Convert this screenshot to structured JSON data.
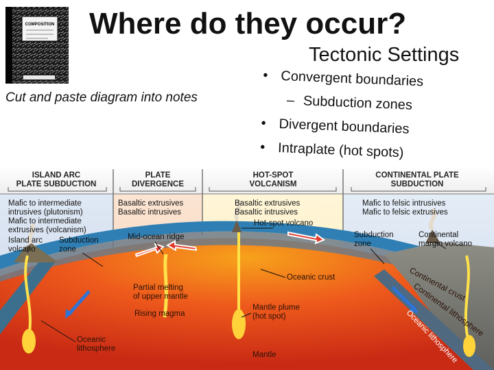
{
  "title": "Where do they occur?",
  "subtitle": "Tectonic Settings",
  "instruction": "Cut and paste diagram into notes",
  "notebook": {
    "cover_title": "COMPOSITION"
  },
  "bullets": [
    {
      "marker": "•",
      "text": "Convergent boundaries",
      "sub": false
    },
    {
      "marker": "–",
      "text": "Subduction zones",
      "sub": true
    },
    {
      "marker": "•",
      "text": "Divergent boundaries",
      "sub": false
    },
    {
      "marker": "•",
      "text": "Intraplate (hot spots)",
      "sub": false
    }
  ],
  "diagram": {
    "section_headers": [
      [
        "ISLAND ARC",
        "PLATE SUBDUCTION"
      ],
      [
        "PLATE",
        "DIVERGENCE"
      ],
      [
        "HOT-SPOT",
        "VOLCANISM"
      ],
      [
        "CONTINENTAL PLATE",
        "SUBDUCTION"
      ]
    ],
    "labels": {
      "island_rocks": [
        "Mafic to intermediate",
        "intrusives (plutonism)",
        "Mafic to intermediate",
        "extrusives (volcanism)"
      ],
      "island_arc_volcano": [
        "Island arc",
        "volcano"
      ],
      "subduction_zone_left": [
        "Subduction",
        "zone"
      ],
      "divergence_rocks": [
        "Basaltic extrusives",
        "Basaltic intrusives"
      ],
      "mid_ocean_ridge": "Mid-ocean ridge",
      "hotspot_rocks": [
        "Basaltic extrusives",
        "Basaltic intrusives"
      ],
      "hotspot_volcano": "Hot-spot volcano",
      "continental_rocks": [
        "Mafic to felsic intrusives",
        "Mafic to felsic extrusives"
      ],
      "subduction_zone_right": [
        "Subduction",
        "zone"
      ],
      "continental_margin_volcano": [
        "Continental",
        "margin volcano"
      ],
      "partial_melting": [
        "Partial melting",
        "of upper mantle"
      ],
      "rising_magma": "Rising magma",
      "oceanic_crust": "Oceanic crust",
      "mantle_plume": [
        "Mantle plume",
        "(hot spot)"
      ],
      "oceanic_lithosphere_left": [
        "Oceanic",
        "lithosphere"
      ],
      "mantle": "Mantle",
      "continental_crust": "Continental crust",
      "continental_lithosphere": "Continental lithosphere",
      "oceanic_lithosphere_right": "Oceanic lithosphere"
    }
  }
}
